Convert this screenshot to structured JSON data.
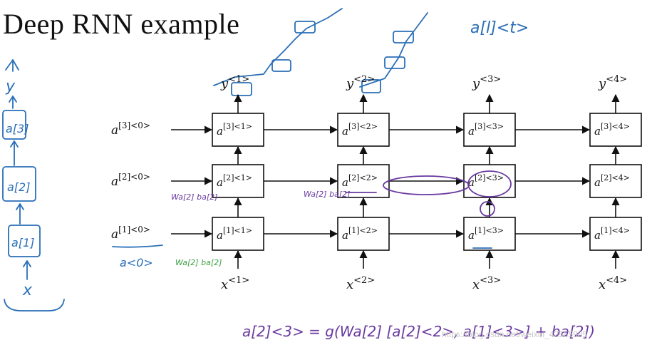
{
  "title": "Deep RNN example",
  "watermark": "https://blog.csdn.net/weixin_42555985",
  "colors": {
    "ink_blue": "#2a6fb8",
    "ink_purple": "#6a3aa0",
    "ink_green": "#3aa040",
    "line": "#111111"
  },
  "init_labels": [
    {
      "base": "a",
      "sup": "[3]<0>"
    },
    {
      "base": "a",
      "sup": "[2]<0>"
    },
    {
      "base": "a",
      "sup": "[1]<0>"
    }
  ],
  "cells": [
    [
      {
        "base": "a",
        "sup": "[3]<1>"
      },
      {
        "base": "a",
        "sup": "[3]<2>"
      },
      {
        "base": "a",
        "sup": "[3]<3>"
      },
      {
        "base": "a",
        "sup": "[3]<4>"
      }
    ],
    [
      {
        "base": "a",
        "sup": "[2]<1>"
      },
      {
        "base": "a",
        "sup": "[2]<2>"
      },
      {
        "base": "a",
        "sup": "[2]<3>"
      },
      {
        "base": "a",
        "sup": "[2]<4>"
      }
    ],
    [
      {
        "base": "a",
        "sup": "[1]<1>"
      },
      {
        "base": "a",
        "sup": "[1]<2>"
      },
      {
        "base": "a",
        "sup": "[1]<3>"
      },
      {
        "base": "a",
        "sup": "[1]<4>"
      }
    ]
  ],
  "outputs": [
    {
      "base": "y",
      "sup": "<1>"
    },
    {
      "base": "y",
      "sup": "<2>"
    },
    {
      "base": "y",
      "sup": "<3>"
    },
    {
      "base": "y",
      "sup": "<4>"
    }
  ],
  "inputs": [
    {
      "base": "x",
      "sup": "<1>"
    },
    {
      "base": "x",
      "sup": "<2>"
    },
    {
      "base": "x",
      "sup": "<3>"
    },
    {
      "base": "x",
      "sup": "<4>"
    }
  ],
  "annotations": {
    "top_right_notation": "a[l]<t>",
    "left_stack_labels": [
      "y",
      "a[3]",
      "a[2]",
      "a[1]",
      "x"
    ],
    "init_note": "a<0>",
    "weights_1": "Wa[2] ba[2]",
    "weights_2": "Wa[2] ba[2]",
    "formula": "a[2]<3> = g(Wa[2] [a[2]<2>, a[1]<3>] + ba[2])"
  }
}
